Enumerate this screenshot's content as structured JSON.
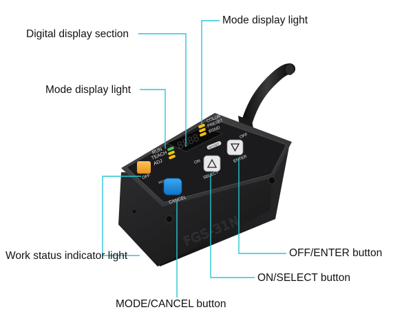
{
  "callouts": {
    "mode_display_light_top": "Mode display light",
    "digital_display_section": "Digital display section",
    "mode_display_light_left": "Mode display light",
    "work_status_indicator_light": "Work status indicator light",
    "off_enter_button": "OFF/ENTER button",
    "on_select_button": "ON/SELECT button",
    "mode_cancel_button": "MODE/CANCEL button"
  },
  "device": {
    "model": "FGS-31N",
    "mode_labels_left": [
      "RUN",
      "TEACH",
      "ADJ"
    ],
    "mode_labels_right": [
      "COLOR",
      "PRESET",
      "BGND"
    ],
    "display_digits": "8888",
    "off_label": "OFF",
    "on_label": "ON",
    "off_label_right": "OFF",
    "select_label": "SELECT",
    "enter_label": "ENTER",
    "mode_label": "MODE",
    "cancel_label": "CANCEL",
    "set_label": "SET/SET"
  },
  "colors": {
    "leader_line": "#29c6d6",
    "body_dark": "#1d1d1f",
    "body_light": "#3a3a3c",
    "blue_button": "#1c8ee6",
    "orange_light": "#f5a623",
    "yellow_led": "#f4c20d",
    "green_led": "#4cc552"
  }
}
